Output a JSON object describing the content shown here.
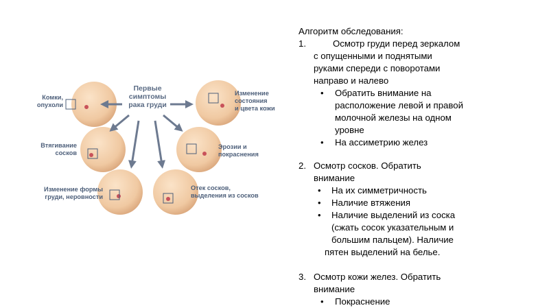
{
  "infographic": {
    "center_title": "Первые\nсимптомы\nрака груди",
    "symptoms": [
      {
        "id": "lumps",
        "label": "Комки,\nопухоли"
      },
      {
        "id": "color",
        "label": "Изменение\nсостояния\nи цвета кожи"
      },
      {
        "id": "retraction",
        "label": "Втягивание\nсосков"
      },
      {
        "id": "erosion",
        "label": "Эрозии и\nпокраснения"
      },
      {
        "id": "shape",
        "label": "Изменение формы\nгруди, неровности"
      },
      {
        "id": "discharge",
        "label": "Отек сосков,\nвыделения из сосков"
      }
    ],
    "colors": {
      "arrow": "#6d7a90",
      "skin": "#f0c9a2",
      "skin_shadow": "#d9a57a",
      "nipple": "#c8525a",
      "label": "#4d5f7a"
    }
  },
  "text": {
    "heading": "Алгоритм обследования:",
    "item1_num": "1.",
    "item1_lines": [
      "Осмотр груди перед зеркалом",
      "с  опущенными и поднятыми",
      "руками спереди с поворотами",
      "направо и налево"
    ],
    "item1_bullets": [
      [
        "Обратить внимание на",
        "расположение левой и правой",
        "молочной  железы на одном",
        "уровне"
      ],
      [
        "На ассиметрию желез"
      ]
    ],
    "item2_num": "2.",
    "item2_lines": [
      "Осмотр сосков. Обратить",
      "внимание"
    ],
    "item2_bullets": [
      [
        "На их симметричность"
      ],
      [
        "Наличие втяжения"
      ],
      [
        "Наличие выделений из соска",
        "(сжать сосок указательным и",
        "большим пальцем).  Наличие",
        "пятен выделений на белье."
      ]
    ],
    "item3_num": "3.",
    "item3_lines": [
      "Осмотр кожи желез. Обратить",
      "внимание"
    ],
    "item3_bullets": [
      [
        "Покраснение"
      ]
    ],
    "bullet_char": "•"
  }
}
